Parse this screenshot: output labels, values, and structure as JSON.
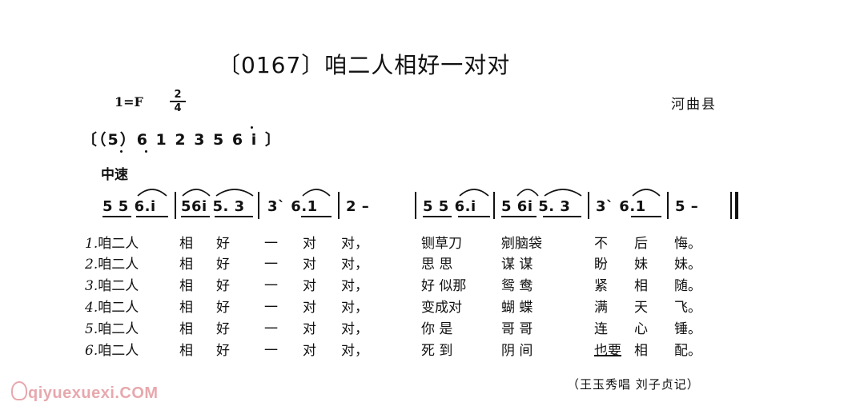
{
  "title": "〔0167〕咱二人相好一对对",
  "key_signature": "1=F",
  "time_signature": {
    "top": "2",
    "bottom": "4"
  },
  "region": "河曲县",
  "intro": "〔（5）6 1 2 3 5 6 i 〕",
  "tempo": "中速",
  "measures": [
    "5 5 6.i",
    "56i 5. 3",
    "3` 6.1",
    "2  –",
    "5 5 6.i",
    "5 6i 5. 3",
    "3` 6.1",
    "5  –"
  ],
  "lyrics": {
    "line1": {
      "num": "1.",
      "a": "咱二人",
      "b": "相",
      "c": "好",
      "d": "一",
      "e": "对",
      "f": "对，",
      "g": "铡草刀",
      "h": "剜脑袋",
      "i": "不",
      "j": "后",
      "k": "悔。"
    },
    "line2": {
      "num": "2.",
      "a": "咱二人",
      "b": "相",
      "c": "好",
      "d": "一",
      "e": "对",
      "f": "对，",
      "g": "思  思",
      "h": "谋   谋",
      "i": "盼",
      "j": "妹",
      "k": "妹。"
    },
    "line3": {
      "num": "3.",
      "a": "咱二人",
      "b": "相",
      "c": "好",
      "d": "一",
      "e": "对",
      "f": "对，",
      "g": "好  似那",
      "h": "鸳   鸯",
      "i": "紧",
      "j": "相",
      "k": "随。"
    },
    "line4": {
      "num": "4.",
      "a": "咱二人",
      "b": "相",
      "c": "好",
      "d": "一",
      "e": "对",
      "f": "对，",
      "g": "变成对",
      "h": "蝴   蝶",
      "i": "满",
      "j": "天",
      "k": "飞。"
    },
    "line5": {
      "num": "5.",
      "a": "咱二人",
      "b": "相",
      "c": "好",
      "d": "一",
      "e": "对",
      "f": "对，",
      "g": "你   是",
      "h": "哥   哥",
      "i": "连",
      "j": "心",
      "k": "锤。"
    },
    "line6": {
      "num": "6.",
      "a": "咱二人",
      "b": "相",
      "c": "好",
      "d": "一",
      "e": "对",
      "f": "对，",
      "g": "死   到",
      "h": "阴   间",
      "i": "也要",
      "j": "相",
      "k": "配。"
    }
  },
  "footer": "（王玉秀唱  刘子贞记）",
  "watermark": "qiyuexuexi.COM",
  "colors": {
    "ink": "#111111",
    "watermark": "#e7a8ad"
  }
}
